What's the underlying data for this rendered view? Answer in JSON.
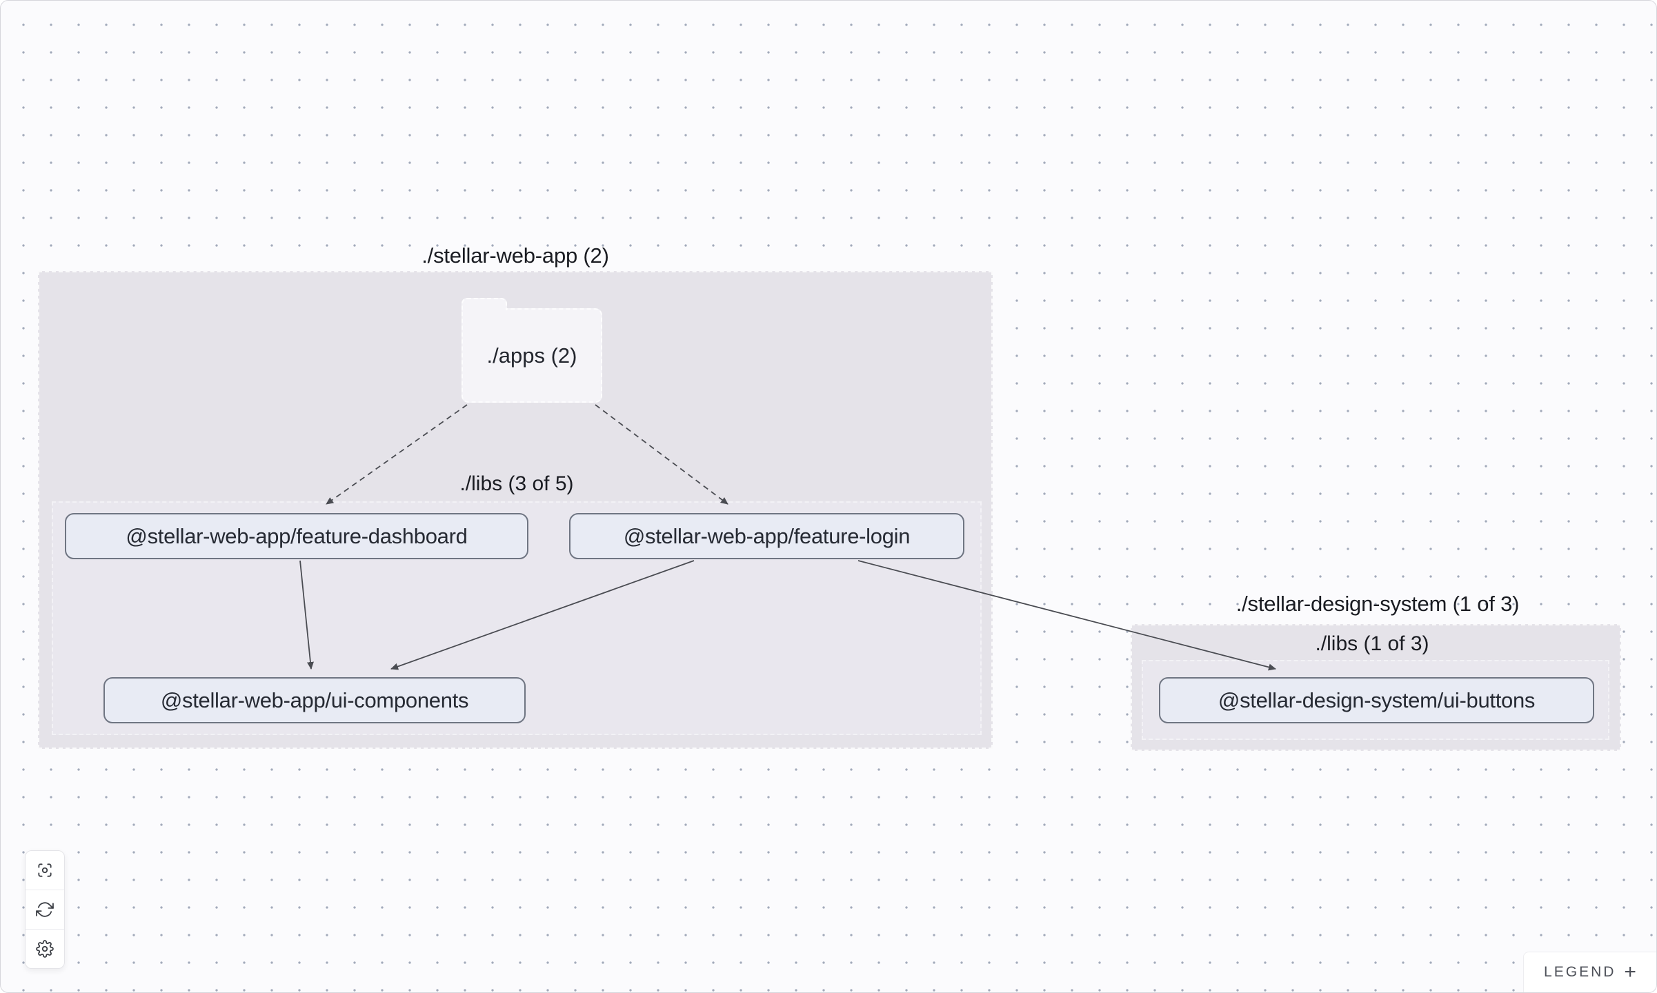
{
  "graph": {
    "groups": [
      {
        "id": "stellar-web-app",
        "title": "./stellar-web-app (2)",
        "libs_label": "./libs (3 of 5)"
      },
      {
        "id": "stellar-design-system",
        "title": "./stellar-design-system (1 of 3)",
        "libs_label": "./libs (1 of 3)"
      }
    ],
    "folder_node": {
      "id": "apps",
      "label": "./apps (2)"
    },
    "nodes": [
      {
        "id": "feature-dashboard",
        "label": "@stellar-web-app/feature-dashboard"
      },
      {
        "id": "feature-login",
        "label": "@stellar-web-app/feature-login"
      },
      {
        "id": "ui-components",
        "label": "@stellar-web-app/ui-components"
      },
      {
        "id": "ui-buttons",
        "label": "@stellar-design-system/ui-buttons"
      }
    ],
    "edges": [
      {
        "from": "apps",
        "to": "feature-dashboard",
        "style": "dashed"
      },
      {
        "from": "apps",
        "to": "feature-login",
        "style": "dashed"
      },
      {
        "from": "feature-dashboard",
        "to": "ui-components",
        "style": "solid"
      },
      {
        "from": "feature-login",
        "to": "ui-components",
        "style": "solid"
      },
      {
        "from": "feature-login",
        "to": "ui-buttons",
        "style": "solid"
      }
    ]
  },
  "toolbar": {
    "buttons": [
      {
        "name": "focus",
        "icon": "focus-icon"
      },
      {
        "name": "refresh",
        "icon": "refresh-icon"
      },
      {
        "name": "settings",
        "icon": "gear-icon"
      }
    ]
  },
  "legend": {
    "label": "LEGEND",
    "expand_icon": "+"
  },
  "colors": {
    "canvas_bg": "#fbfbfd",
    "dot_grid": "#a2aaba",
    "group_fill": "#e5e3e9",
    "libs_fill": "#e9e7ee",
    "folder_fill": "#f5f4f8",
    "node_fill": "#e8ebf4",
    "node_border": "#6f7582",
    "edge": "#4a4c52",
    "text": "#1a1c22"
  }
}
